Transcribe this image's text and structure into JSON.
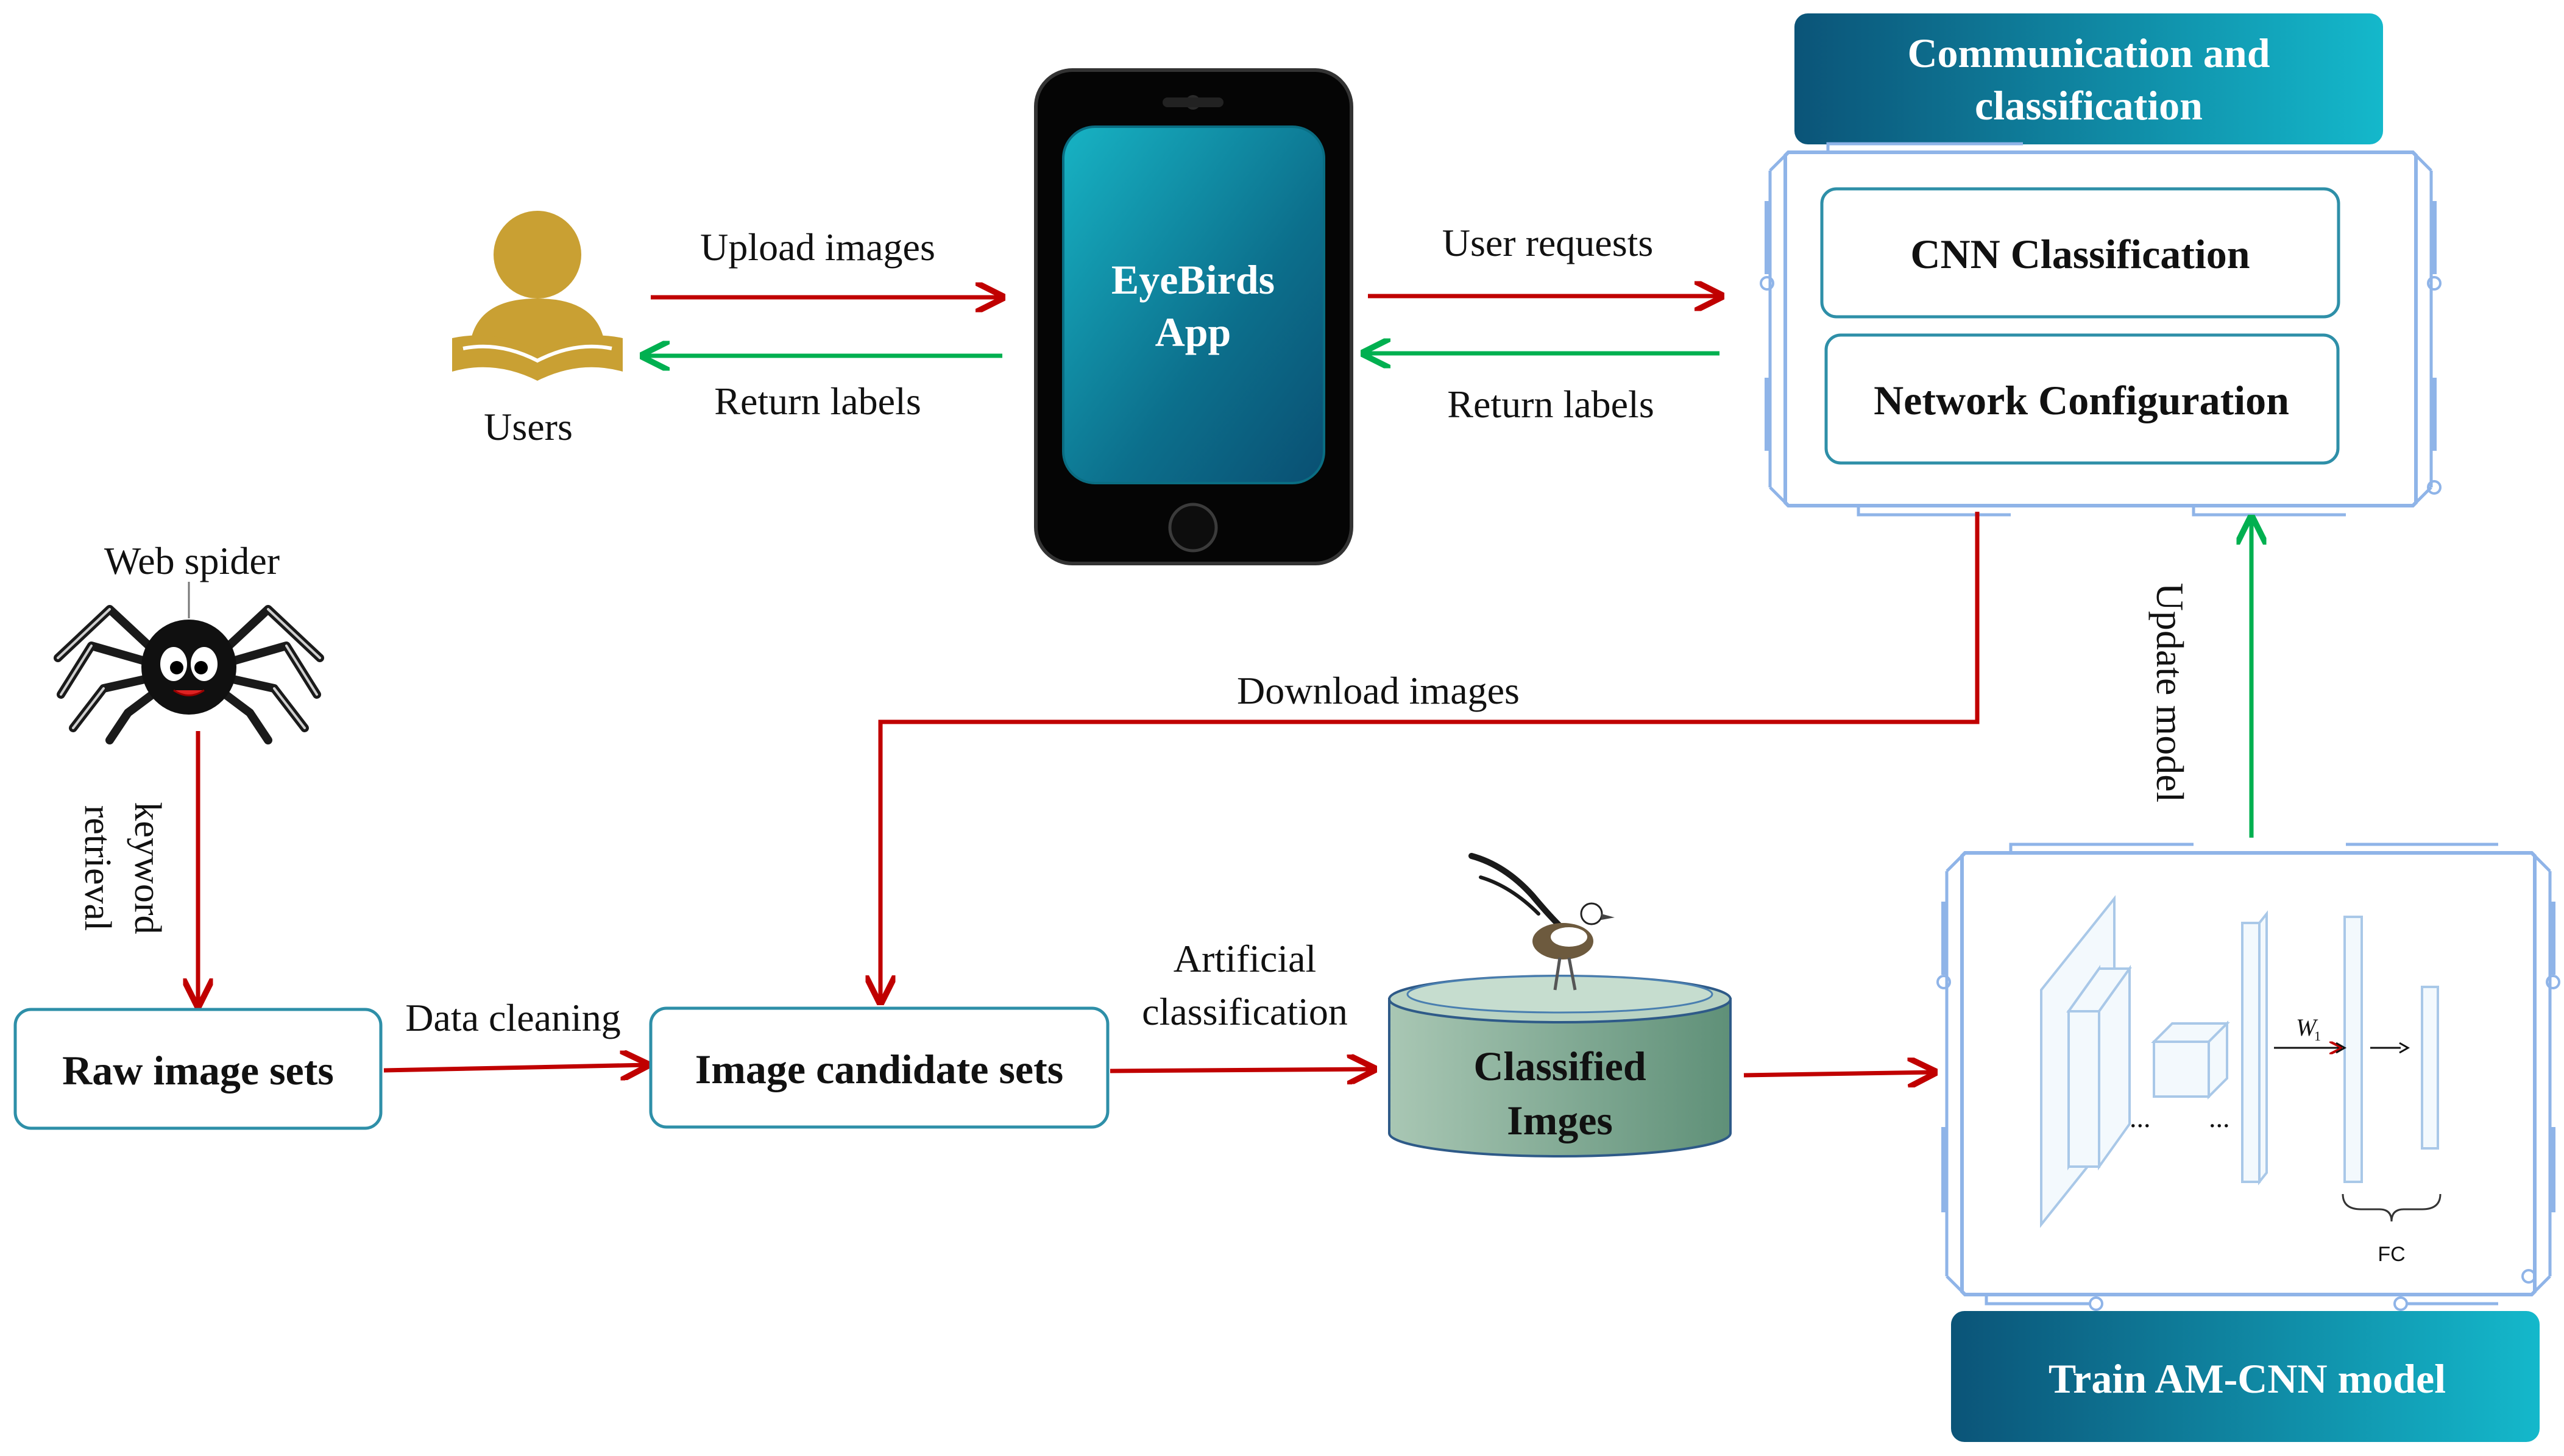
{
  "users": {
    "label": "Users"
  },
  "app": {
    "name_line1": "EyeBirds",
    "name_line2": "App"
  },
  "arrows": {
    "upload_images": "Upload images",
    "return_labels_left": "Return labels",
    "user_requests": "User requests",
    "return_labels_right": "Return labels",
    "download_images": "Download images",
    "update_model": "Update model",
    "keyword_line1": "keyword",
    "keyword_line2": "retrieval",
    "data_cleaning": "Data cleaning",
    "artificial_line1": "Artificial",
    "artificial_line2": "classification"
  },
  "comm_panel": {
    "header_line1": "Communication and",
    "header_line2": "classification",
    "box1": "CNN Classification",
    "box2": "Network Configuration"
  },
  "spider": {
    "label": "Web spider"
  },
  "boxes": {
    "raw": "Raw image sets",
    "candidate": "Image candidate sets"
  },
  "database": {
    "line1": "Classified",
    "line2": "Imges"
  },
  "train_panel": {
    "footer": "Train AM-CNN model",
    "weight_label": "W",
    "weight_sub": "1",
    "ellipsis1": "...",
    "ellipsis2": "...",
    "fc_label": "FC"
  },
  "colors": {
    "red_arrow": "#c00000",
    "green_arrow": "#00b050",
    "teal_dark": "#0b4f6c",
    "teal_light": "#14b5c8",
    "box_border": "#2e8fa8",
    "frame_blue": "#8fb4e8",
    "user_gold": "#c9a033",
    "db_green": "#7fa88f"
  }
}
